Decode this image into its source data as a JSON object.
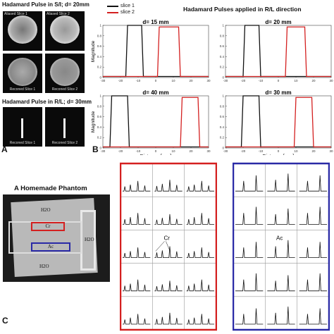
{
  "panel_a": {
    "letter": "A",
    "title_top": "Hadamard Pulse in S/I; d= 20mm",
    "title_bottom": "Hadamard Pulse in R/L; d= 30mm",
    "images": [
      {
        "top_label": "Aliased  Slice 1",
        "bottom_label": ""
      },
      {
        "top_label": "Aliased  Slice 2",
        "bottom_label": ""
      },
      {
        "top_label": "",
        "bottom_label": "Reconed  Slice 1"
      },
      {
        "top_label": "",
        "bottom_label": "Reconed  Slice 2"
      },
      {
        "top_label": "",
        "bottom_label": "Reconed  Slice 1"
      },
      {
        "top_label": "",
        "bottom_label": "Reconed  Slice 2"
      }
    ]
  },
  "panel_b": {
    "letter": "B",
    "title": "Hadamard Pulses applied in R/L direction",
    "legend": [
      {
        "name": "slice 1",
        "color": "#111111"
      },
      {
        "name": "slice 2",
        "color": "#d42020"
      }
    ]
  },
  "panel_c": {
    "letter": "C",
    "phantom_title": "A Homemade Phantom",
    "phantom_labels": {
      "h2o_top": "H2O",
      "cr": "Cr",
      "ac": "Ac",
      "h2o_right": "H2O",
      "h2o_bottom": "H2O"
    },
    "left_grid_annotation": "Cr",
    "right_grid_annotation": "Ac",
    "colors": {
      "left_frame": "#d42020",
      "right_frame": "#2a2aa6"
    }
  },
  "chart_data": [
    {
      "type": "line",
      "title": "d= 15 mm",
      "xlabel": "",
      "ylabel": "Magnitude",
      "xlim": [
        -30,
        30
      ],
      "ylim": [
        0,
        1
      ],
      "xticks": [
        -30,
        -20,
        -10,
        0,
        10,
        20,
        30
      ],
      "yticks": [
        0,
        0.2,
        0.4,
        0.6,
        0.8,
        1
      ],
      "series": [
        {
          "name": "slice 1",
          "x": [
            -30,
            -17,
            -16,
            -8,
            -7,
            30
          ],
          "y": [
            0.02,
            0.02,
            1,
            1,
            0.02,
            0.02
          ]
        },
        {
          "name": "slice 2",
          "x": [
            -30,
            1,
            2,
            13,
            14,
            30
          ],
          "y": [
            0.02,
            0.02,
            0.97,
            0.97,
            0.02,
            0.02
          ]
        }
      ]
    },
    {
      "type": "line",
      "title": "d= 20 mm",
      "xlabel": "",
      "ylabel": "",
      "xlim": [
        -30,
        30
      ],
      "ylim": [
        0,
        1
      ],
      "xticks": [
        -30,
        -20,
        -10,
        0,
        10,
        20,
        30
      ],
      "yticks": [
        0,
        0.2,
        0.4,
        0.6,
        0.8,
        1
      ],
      "series": [
        {
          "name": "slice 1",
          "x": [
            -30,
            -20,
            -19,
            -11,
            -10,
            30
          ],
          "y": [
            0.02,
            0.02,
            1,
            1,
            0.02,
            0.02
          ]
        },
        {
          "name": "slice 2",
          "x": [
            -30,
            4,
            5,
            15,
            16,
            30
          ],
          "y": [
            0.02,
            0.02,
            0.97,
            0.97,
            0.02,
            0.02
          ]
        }
      ]
    },
    {
      "type": "line",
      "title": "d= 40 mm",
      "xlabel": "Distance [mm]",
      "ylabel": "Magnitude",
      "xlim": [
        -30,
        30
      ],
      "ylim": [
        0,
        1
      ],
      "xticks": [
        -30,
        -20,
        -10,
        0,
        10,
        20,
        30
      ],
      "yticks": [
        0,
        0.2,
        0.4,
        0.6,
        0.8,
        1
      ],
      "series": [
        {
          "name": "slice 1",
          "x": [
            -30,
            -26,
            -25,
            -16,
            -15,
            30
          ],
          "y": [
            0.02,
            0.02,
            1,
            1,
            0.02,
            0.02
          ]
        },
        {
          "name": "slice 2",
          "x": [
            -30,
            14,
            15,
            24,
            25,
            30
          ],
          "y": [
            0.02,
            0.02,
            0.97,
            0.97,
            0.02,
            0.02
          ]
        }
      ]
    },
    {
      "type": "line",
      "title": "d= 30 mm",
      "xlabel": "Distance [mm]",
      "ylabel": "",
      "xlim": [
        -30,
        30
      ],
      "ylim": [
        0,
        1
      ],
      "xticks": [
        -30,
        -20,
        -10,
        0,
        10,
        20,
        30
      ],
      "yticks": [
        0,
        0.2,
        0.4,
        0.6,
        0.8,
        1
      ],
      "series": [
        {
          "name": "slice 1",
          "x": [
            -30,
            -21,
            -20,
            -11,
            -10,
            30
          ],
          "y": [
            0.02,
            0.02,
            1,
            1,
            0.02,
            0.02
          ]
        },
        {
          "name": "slice 2",
          "x": [
            -30,
            9,
            10,
            19,
            20,
            30
          ],
          "y": [
            0.02,
            0.02,
            0.97,
            0.97,
            0.02,
            0.02
          ]
        }
      ]
    }
  ]
}
